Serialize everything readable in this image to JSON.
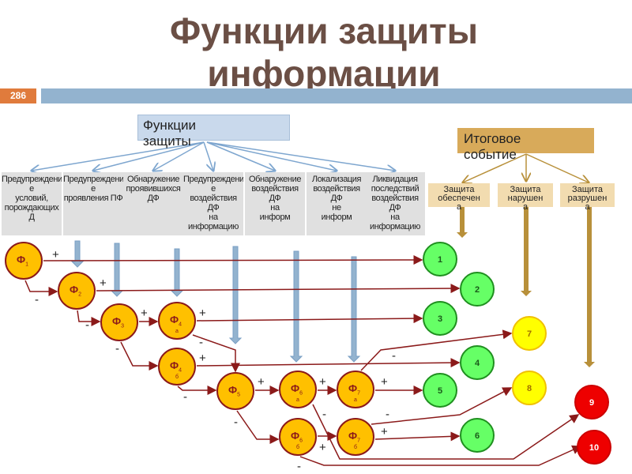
{
  "title": "Функции защиты информации",
  "slide_number": "286",
  "functions_box": "Функции\nзащиты",
  "functions": [
    "Предупреждени\nе\nусловий,\nпорождающих\nД",
    "Предупреждени\nе\nпроявления ПФ",
    "Обнаружение\nпроявившихся\nДФ",
    "Предупреждени\nе\nвоздействия ДФ\nна информацию",
    "Обнаружение\nвоздействия\nДФ\nна\nинформ",
    "Локализация\nвоздействия\nДФ\nне\nинформ",
    "Ликвидация\nпоследствий\nвоздействия\nДФ\nна\nинформацию"
  ],
  "result_box": "Итоговое\nсобытие",
  "results": [
    "Защита\nобеспечен\nа",
    "Защита\nнарушен\nа",
    "Защита\nразрушен\nа"
  ],
  "nodes": [
    {
      "m": "Ф",
      "s": "1",
      "b": ""
    },
    {
      "m": "Ф",
      "s": "2",
      "b": ""
    },
    {
      "m": "Ф",
      "s": "3",
      "b": ""
    },
    {
      "m": "Ф",
      "s": "4",
      "b": "а"
    },
    {
      "m": "Ф",
      "s": "4",
      "b": "б"
    },
    {
      "m": "Ф",
      "s": "5",
      "b": ""
    },
    {
      "m": "Ф",
      "s": "6",
      "b": "а"
    },
    {
      "m": "Ф",
      "s": "6",
      "b": "б"
    },
    {
      "m": "Ф",
      "s": "7",
      "b": "а"
    },
    {
      "m": "Ф",
      "s": "7",
      "b": "б"
    }
  ],
  "outcomes": [
    "1",
    "2",
    "3",
    "4",
    "5",
    "6",
    "7",
    "8",
    "9",
    "10"
  ],
  "signs": {
    "plus": "+",
    "minus": "-"
  },
  "colors": {
    "node": "#ffc000",
    "line": "#8b1a1a",
    "safe": "#66ff66",
    "violated": "#ffff00",
    "destroyed": "#ee0000"
  }
}
